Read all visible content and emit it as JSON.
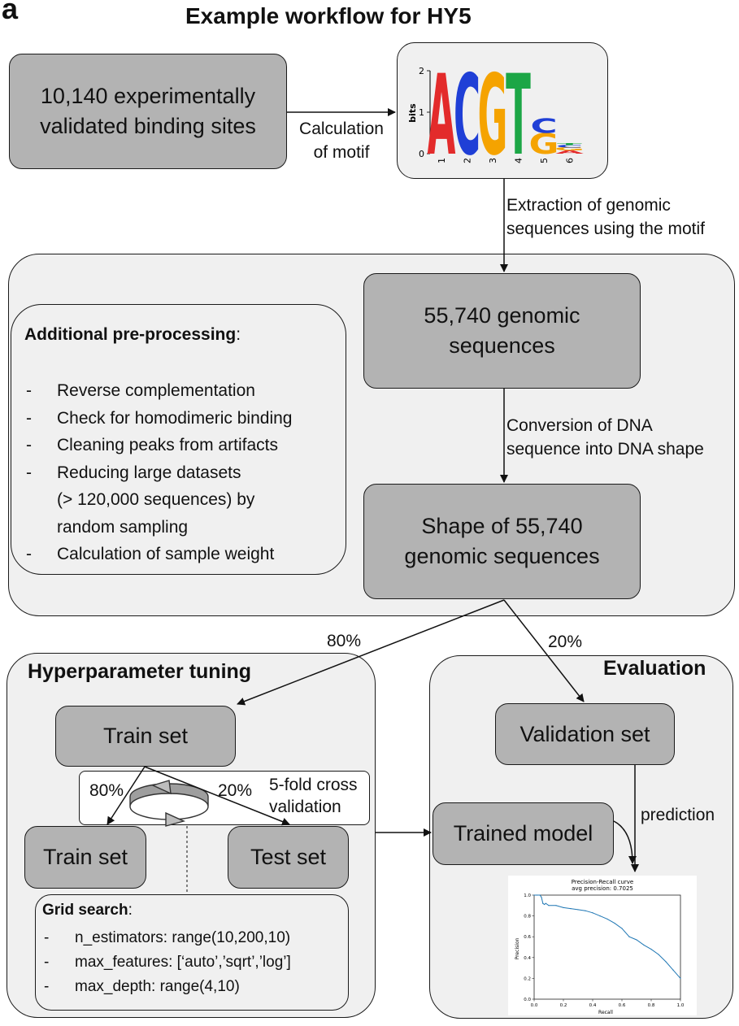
{
  "panel_letter": "a",
  "title": "Example workflow for HY5",
  "binding_sites": "10,140 experimentally validated binding sites",
  "calc_motif_label": [
    "Calculation",
    "of motif"
  ],
  "motif": {
    "ylabel": "bits",
    "yticks": [
      "0",
      "1",
      "2"
    ],
    "positions": [
      "1",
      "2",
      "3",
      "4",
      "5",
      "6"
    ],
    "letters": [
      {
        "pos": 1,
        "char": "A",
        "color": "#e32b2b",
        "bits": 1.95
      },
      {
        "pos": 2,
        "char": "C",
        "color": "#1f3fd6",
        "bits": 1.95
      },
      {
        "pos": 3,
        "char": "G",
        "color": "#f5a300",
        "bits": 1.95
      },
      {
        "pos": 4,
        "char": "T",
        "color": "#1ca646",
        "bits": 1.95
      },
      {
        "pos": 5,
        "char": "G",
        "color": "#f5a300",
        "bits": 0.5
      },
      {
        "pos": 5,
        "char": "C",
        "color": "#1f3fd6",
        "bits": 0.35
      },
      {
        "pos": 6,
        "char": "A",
        "color": "#e32b2b",
        "bits": 0.08
      },
      {
        "pos": 6,
        "char": "G",
        "color": "#f5a300",
        "bits": 0.07
      },
      {
        "pos": 6,
        "char": "C",
        "color": "#1f3fd6",
        "bits": 0.06
      },
      {
        "pos": 6,
        "char": "T",
        "color": "#1ca646",
        "bits": 0.05
      }
    ]
  },
  "extraction_label": [
    "Extraction of genomic",
    "sequences using the motif"
  ],
  "genomic_sequences": [
    "55,740 genomic",
    "sequences"
  ],
  "conversion_label": [
    "Conversion of DNA",
    "sequence into DNA shape"
  ],
  "shape_sequences": [
    "Shape of 55,740",
    "genomic sequences"
  ],
  "preprocessing": {
    "title": "Additional pre-processing",
    "items": [
      "Reverse complementation",
      "Check for homodimeric binding",
      "Cleaning peaks from artifacts",
      "Reducing large datasets",
      "(> 120,000 sequences) by",
      "random sampling",
      "Calculation of sample weight"
    ]
  },
  "split_train_pct": "80%",
  "split_eval_pct": "20%",
  "hyper": {
    "title": "Hyperparameter tuning",
    "train_set": "Train set",
    "cv_label": [
      "5-fold cross",
      "validation"
    ],
    "inner_train_pct": "80%",
    "inner_test_pct": "20%",
    "inner_train_set": "Train set",
    "test_set": "Test set",
    "grid_title": "Grid search",
    "grid_items": [
      "n_estimators: range(10,200,10)",
      "max_features: [‘auto’,’sqrt’,’log’]",
      "max_depth: range(4,10)"
    ]
  },
  "evaluation": {
    "title": "Evaluation",
    "validation_set": "Validation set",
    "trained_model": "Trained model",
    "prediction": "prediction"
  },
  "chart_data": {
    "type": "line",
    "title": "Precision-Recall curve",
    "subtitle": "avg precision: 0.7025",
    "xlabel": "Recall",
    "ylabel": "Precision",
    "xlim": [
      0,
      1
    ],
    "ylim": [
      0,
      1
    ],
    "xticks": [
      "0.0",
      "0.2",
      "0.4",
      "0.6",
      "0.8",
      "1.0"
    ],
    "yticks": [
      "0.0",
      "0.2",
      "0.4",
      "0.6",
      "0.8",
      "1.0"
    ],
    "color": "#1f77b4",
    "x": [
      0.0,
      0.02,
      0.04,
      0.05,
      0.06,
      0.07,
      0.08,
      0.1,
      0.15,
      0.2,
      0.25,
      0.3,
      0.35,
      0.4,
      0.45,
      0.5,
      0.55,
      0.6,
      0.65,
      0.7,
      0.75,
      0.8,
      0.85,
      0.9,
      0.95,
      1.0
    ],
    "y": [
      1.0,
      1.0,
      1.0,
      0.98,
      0.92,
      0.91,
      0.92,
      0.9,
      0.9,
      0.88,
      0.87,
      0.86,
      0.85,
      0.83,
      0.8,
      0.77,
      0.73,
      0.68,
      0.6,
      0.57,
      0.52,
      0.48,
      0.43,
      0.36,
      0.28,
      0.2
    ]
  }
}
